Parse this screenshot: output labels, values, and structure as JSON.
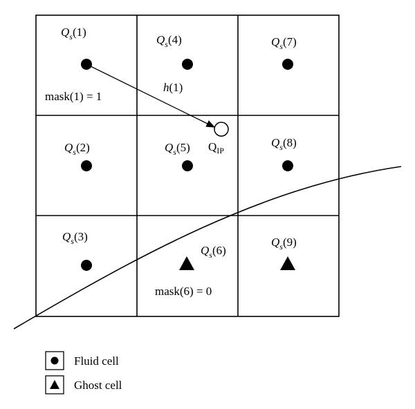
{
  "cells": [
    {
      "id": "1",
      "label_main": "Q",
      "label_sub": "s",
      "label_arg": "(1)",
      "marker": "fluid"
    },
    {
      "id": "2",
      "label_main": "Q",
      "label_sub": "s",
      "label_arg": "(2)",
      "marker": "fluid"
    },
    {
      "id": "3",
      "label_main": "Q",
      "label_sub": "s",
      "label_arg": "(3)",
      "marker": "fluid"
    },
    {
      "id": "4",
      "label_main": "Q",
      "label_sub": "s",
      "label_arg": "(4)",
      "marker": "fluid"
    },
    {
      "id": "5",
      "label_main": "Q",
      "label_sub": "s",
      "label_arg": "(5)",
      "marker": "fluid"
    },
    {
      "id": "6",
      "label_main": "Q",
      "label_sub": "s",
      "label_arg": "(6)",
      "marker": "ghost"
    },
    {
      "id": "7",
      "label_main": "Q",
      "label_sub": "s",
      "label_arg": "(7)",
      "marker": "fluid"
    },
    {
      "id": "8",
      "label_main": "Q",
      "label_sub": "s",
      "label_arg": "(8)",
      "marker": "fluid"
    },
    {
      "id": "9",
      "label_main": "Q",
      "label_sub": "s",
      "label_arg": "(9)",
      "marker": "ghost"
    }
  ],
  "annotations": {
    "mask1": "mask(1) = 1",
    "mask6": "mask(6) = 0",
    "h_main": "h",
    "h_arg": "(1)",
    "ip_main": "Q",
    "ip_sub": "IP"
  },
  "legend": {
    "fluid": "Fluid cell",
    "ghost": "Ghost cell"
  }
}
